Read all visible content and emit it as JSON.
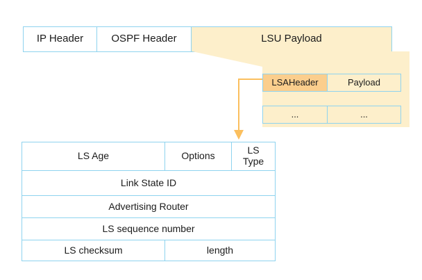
{
  "colors": {
    "border": "#8ed3ef",
    "payload_fill": "#fdefcb",
    "lsa_header_fill": "#fbce8d",
    "arrow": "#fbbf5e",
    "page_background": "#ffffff",
    "text": "#1a1a1a"
  },
  "packet_bar": {
    "cells": [
      {
        "label": "IP Header"
      },
      {
        "label": "OSPF Header"
      },
      {
        "label": "LSU Payload"
      }
    ]
  },
  "lsa_panel": {
    "rows": [
      {
        "cells": [
          {
            "label": "LSAHeader"
          },
          {
            "label": "Payload"
          }
        ]
      },
      {
        "cells": [
          {
            "label": "..."
          },
          {
            "label": "..."
          }
        ]
      }
    ]
  },
  "lsa_header_table": {
    "rows": [
      {
        "cells": [
          {
            "label": "LS Age"
          },
          {
            "label": "Options"
          },
          {
            "label_line1": "LS",
            "label_line2": "Type"
          }
        ]
      },
      {
        "cells": [
          {
            "label": "Link State ID"
          }
        ]
      },
      {
        "cells": [
          {
            "label": "Advertising Router"
          }
        ]
      },
      {
        "cells": [
          {
            "label": "LS sequence number"
          }
        ]
      },
      {
        "cells": [
          {
            "label": "LS checksum"
          },
          {
            "label": "length"
          }
        ]
      }
    ]
  },
  "connectors": {
    "expand_callout_name": "lsu-payload-expand-trapezoid",
    "arrow_name": "lsa-header-expand-arrow"
  }
}
